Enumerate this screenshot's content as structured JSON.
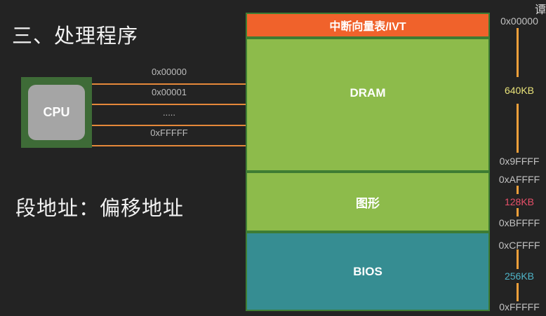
{
  "heading": "三、处理程序",
  "subheading": "段地址：偏移地址",
  "corner_glyph": "谭",
  "cpu": {
    "label": "CPU"
  },
  "bus_lines": [
    {
      "label": "0x00000"
    },
    {
      "label": "0x00001"
    },
    {
      "label": "....."
    },
    {
      "label": "0xFFFFF"
    }
  ],
  "memory_map": [
    {
      "label": "中断向量表/IVT",
      "color": "#f0622b"
    },
    {
      "label": "DRAM",
      "color": "#8dbb4b"
    },
    {
      "label": "图形",
      "color": "#8dbb4b"
    },
    {
      "label": "BIOS",
      "color": "#368d92"
    }
  ],
  "addresses": {
    "a1": "0x00000",
    "a2": "0x9FFFF",
    "a3": "0xAFFFF",
    "a4": "0xBFFFF",
    "a5": "0xCFFFF",
    "a6": "0xFFFFF"
  },
  "sizes": {
    "dram": {
      "label": "640KB",
      "color": "#e9e37a"
    },
    "gfx": {
      "label": "128KB",
      "color": "#e9506a"
    },
    "bios": {
      "label": "256KB",
      "color": "#4fb4c8"
    }
  },
  "colors": {
    "bus": "#e5883a",
    "cpu_board": "#3e6b37",
    "cpu_chip": "#a5a5a5",
    "range_marker": "#f0a03a"
  }
}
